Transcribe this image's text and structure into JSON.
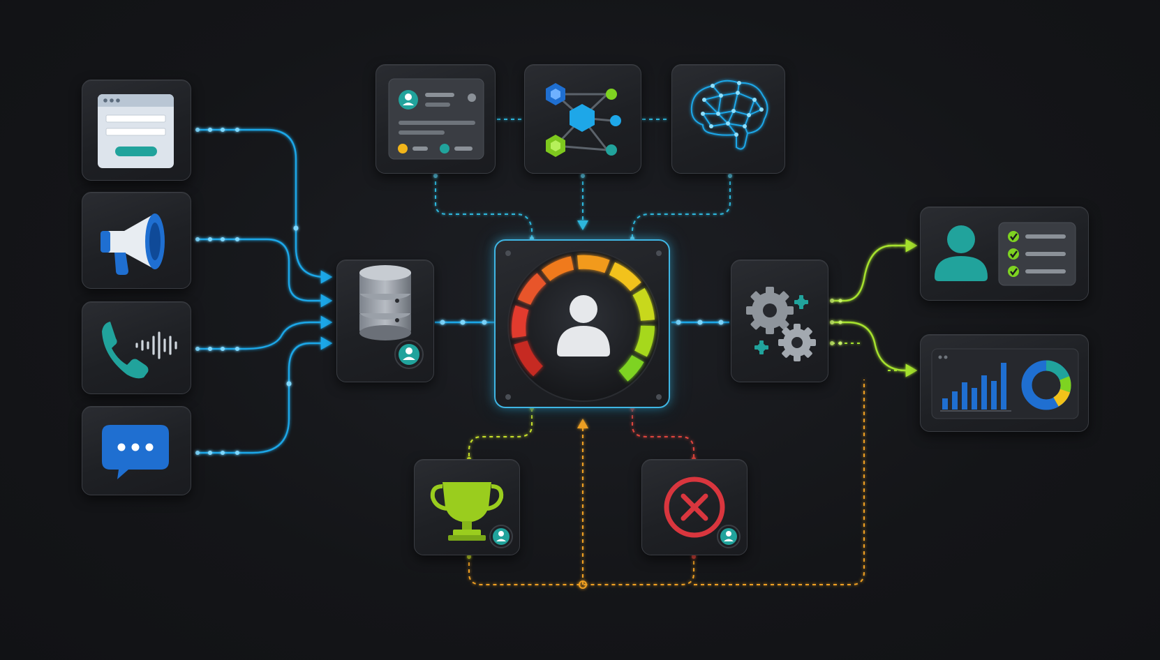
{
  "diagram": {
    "nodes": [
      {
        "id": "web-form",
        "icon": "web-form-icon"
      },
      {
        "id": "campaign",
        "icon": "megaphone-icon"
      },
      {
        "id": "phone-call",
        "icon": "phone-voice-icon"
      },
      {
        "id": "chat",
        "icon": "chat-bubble-icon"
      },
      {
        "id": "database",
        "icon": "database-user-icon"
      },
      {
        "id": "profile-card",
        "icon": "profile-card-icon"
      },
      {
        "id": "network-graph",
        "icon": "hexagon-network-icon"
      },
      {
        "id": "ai-brain",
        "icon": "neural-brain-icon"
      },
      {
        "id": "lead-score",
        "icon": "score-gauge-icon"
      },
      {
        "id": "automation",
        "icon": "gears-icon"
      },
      {
        "id": "assigned-tasks",
        "icon": "user-checklist-icon"
      },
      {
        "id": "analytics-dashboard",
        "icon": "bar-donut-chart-icon"
      },
      {
        "id": "won-deal",
        "icon": "trophy-icon"
      },
      {
        "id": "lost-deal",
        "icon": "x-circle-icon"
      }
    ],
    "colors": {
      "background": "#141518",
      "input_flow": "#1ea7e8",
      "context_flow": "#2fb7dc",
      "output_flow": "#a6e22e",
      "won_flow": "#c8e02a",
      "lost_flow": "#e0453e",
      "feedback_flow": "#f0a020",
      "gauge_red": "#e23b2e",
      "gauge_orange": "#f07a1e",
      "gauge_yellow": "#f2c21a",
      "gauge_green": "#7ed321",
      "teal": "#21a39c",
      "blue": "#1f6fd1"
    }
  }
}
